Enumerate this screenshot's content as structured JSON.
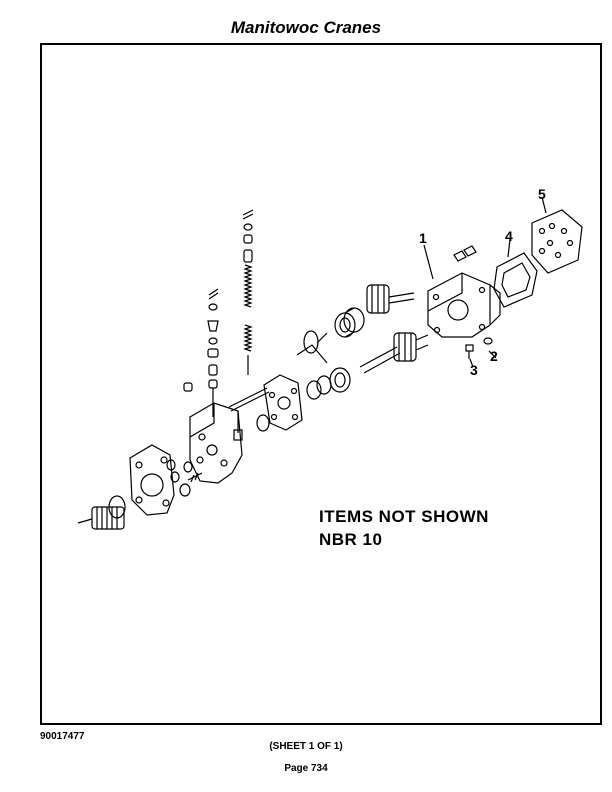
{
  "header": {
    "title": "Manitowoc Cranes"
  },
  "callouts": [
    "1",
    "2",
    "3",
    "4",
    "5"
  ],
  "notes": {
    "line1": "ITEMS NOT SHOWN",
    "line2": "NBR 10"
  },
  "footer": {
    "doc_number": "90017477",
    "sheet": "(SHEET 1 OF 1)",
    "page": "Page 734"
  }
}
